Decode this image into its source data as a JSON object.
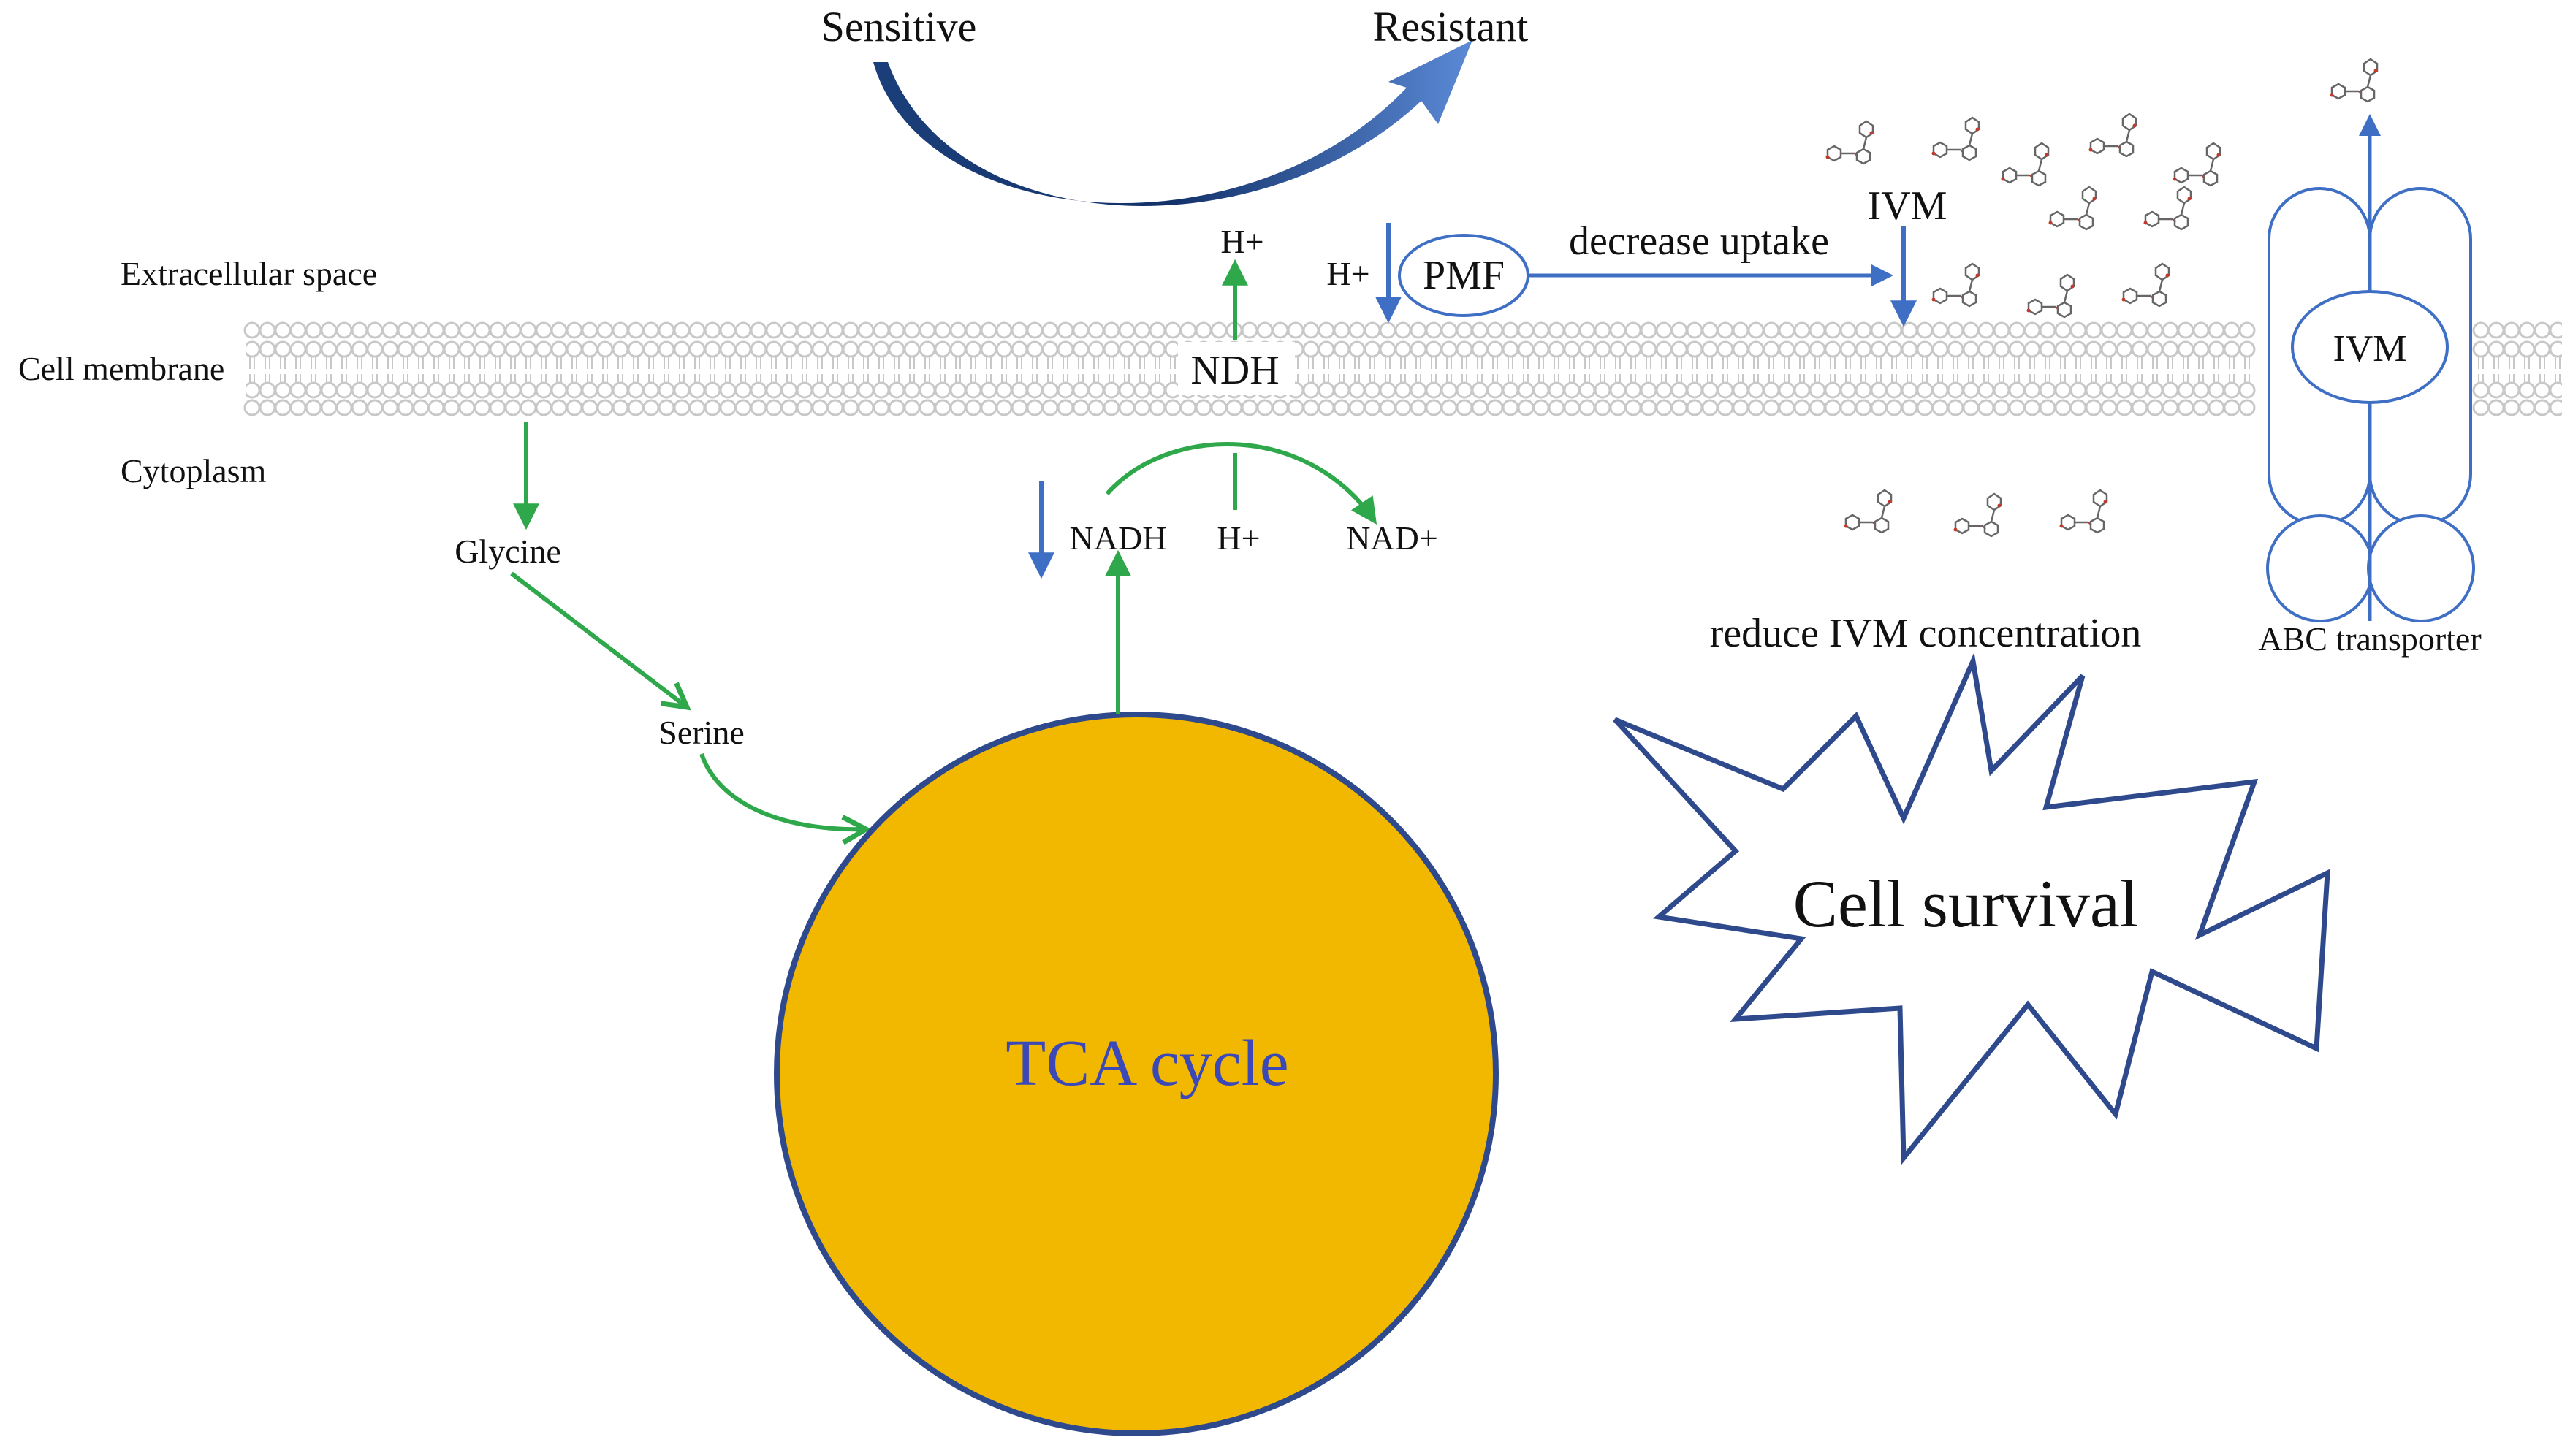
{
  "header": {
    "sensitive": "Sensitive",
    "resistant": "Resistant"
  },
  "regions": {
    "extracellular": "Extracellular space",
    "membrane": "Cell membrane",
    "cytoplasm": "Cytoplasm"
  },
  "pathway": {
    "glycine": "Glycine",
    "serine": "Serine",
    "tca": "TCA cycle"
  },
  "respiration": {
    "ndh": "NDH",
    "h_plus_top": "H+",
    "nadh": "NADH",
    "h_plus_mid": "H+",
    "nad_plus": "NAD+"
  },
  "pmf": {
    "h_plus": "H+",
    "label": "PMF",
    "decrease_uptake": "decrease uptake",
    "ivm": "IVM"
  },
  "transporter": {
    "ivm": "IVM",
    "label": "ABC transporter"
  },
  "outcome": {
    "reduce": "reduce IVM concentration",
    "survival": "Cell survival"
  },
  "colors": {
    "green": "#2ea84a",
    "blue": "#3f6fc4",
    "navy": "#2f4a8c",
    "tca_fill": "#f2b800",
    "tca_text": "#3a48b8",
    "membrane": "#c8c8c8"
  }
}
